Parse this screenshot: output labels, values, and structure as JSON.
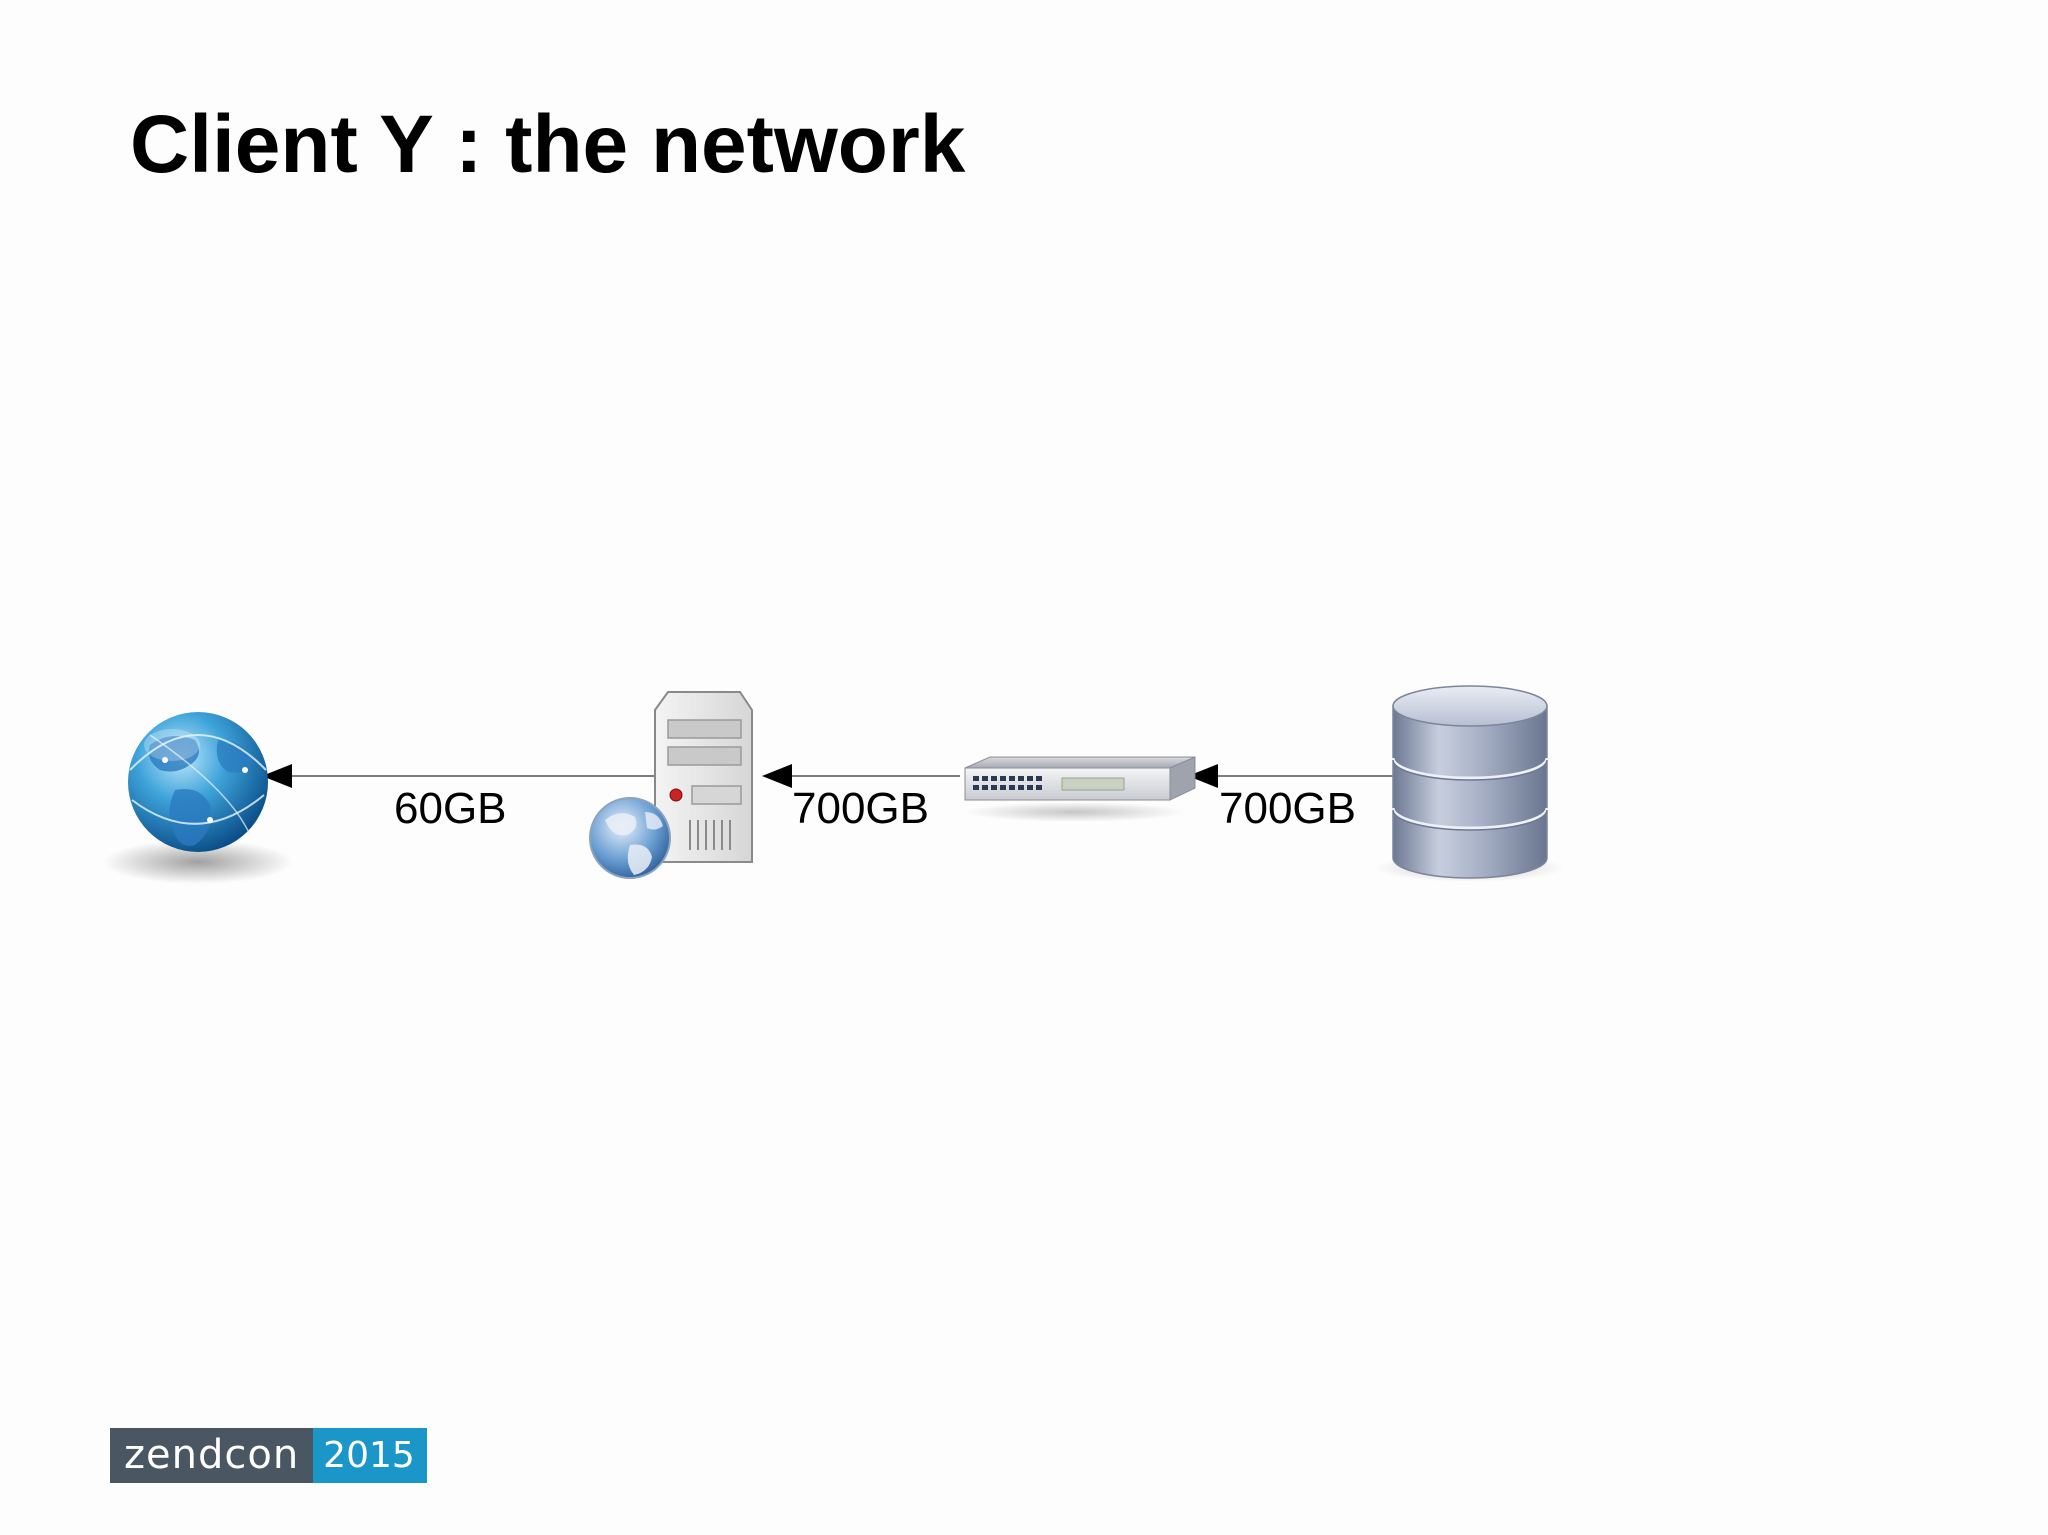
{
  "slide": {
    "title": "Client Y : the network"
  },
  "diagram": {
    "nodes": [
      {
        "id": "internet",
        "icon": "globe-icon"
      },
      {
        "id": "web-server",
        "icon": "web-server-icon"
      },
      {
        "id": "switch",
        "icon": "network-switch-icon"
      },
      {
        "id": "database",
        "icon": "database-icon"
      }
    ],
    "edges": [
      {
        "from": "web-server",
        "to": "internet",
        "label": "60GB"
      },
      {
        "from": "switch",
        "to": "web-server",
        "label": "700GB"
      },
      {
        "from": "database",
        "to": "switch",
        "label": "700GB"
      }
    ]
  },
  "logo": {
    "name": "zendcon",
    "year": "2015"
  },
  "colors": {
    "logo_dark": "#4a5661",
    "logo_blue": "#1a96c8"
  }
}
